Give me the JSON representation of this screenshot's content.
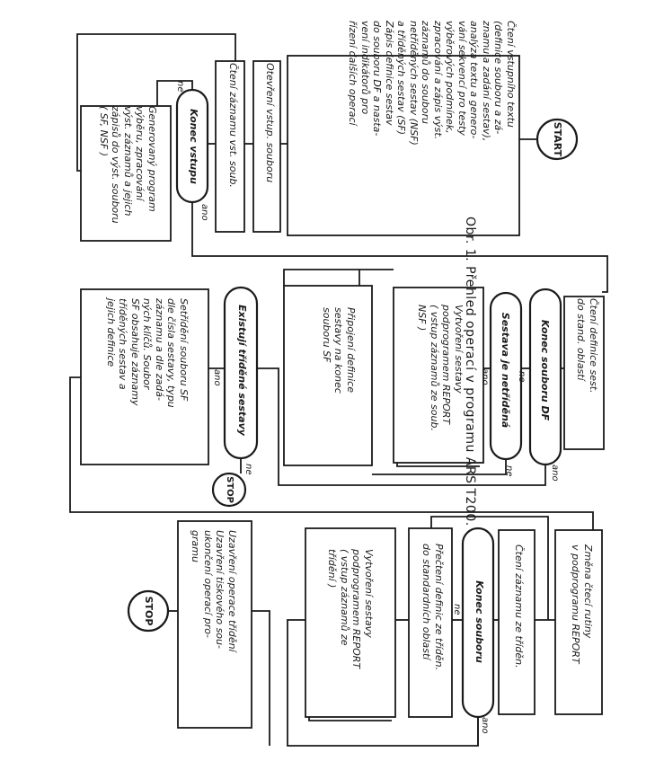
{
  "caption": "Obr. 1. Přehled operací v programu ARS T200.",
  "col1": {
    "start": "START",
    "read_input": "Čtení vstupního textu\n(definice souboru a zá-\nznamu a zadání sestav),\nanalýza textu a genero-\nvání sekvencí pro testy\nvýběrových podmínek,\nzpracování a zápis výst.\nzáznamů do souboru\nnetříděných sestav (NSF)\na tříděných sestav (SF)\nZápis definice sestav\ndo souboru DF a nasta-\nvení indikátorů pro\nřízení dalších operací",
    "open_input": "Otevření vstup. souboru",
    "read_record": "Čtení záznamu vst. soub.",
    "end_input": "Konec vstupu",
    "generated": "Generovaný program\nvýběru, zpracování\nvýst. záznamů a jejich\nzápisů do výst. souboru\n( SF, NSF )",
    "ne": "ne",
    "ano": "ano"
  },
  "col2": {
    "read_def": "Čtení definice sest.\ndo stand. oblastí",
    "end_df": "Konec souboru DF",
    "unsorted": "Sestava je netříděná",
    "report": "Vytvoření sestavy\npodprogramem REPORT\n( vstup záznamů ze soub.\nNSF )",
    "attach": "Připojení definice\nsestavy na konec\nsouboru SF",
    "exist_sorted": "Existují tříděné sestavy",
    "sort": "Setřídění souboru SF\ndle čísla sestavy, typu\nzáznamu a dle zadá-\nných klíčů. Soubor\nSF obsahuje záznamy\ntříděných sestav a\njejich definice",
    "stop": "STOP",
    "ne1": "ne",
    "ano1": "ano",
    "ne2": "ne",
    "ano2": "ano",
    "ne3": "ne",
    "ano3": "ano"
  },
  "col3": {
    "change": "Změna čtecí rutiny\nv podprogramu REPORT",
    "read_sorted": "Čtení záznamu ze tříděn.",
    "end_file": "Konec souboru",
    "read_def": "Přečtení definic ze tříděn.\ndo standardních oblastí",
    "report": "Vytvoření sestavy\npodprogramem REPORT\n( vstup záznamů ze\ntřídění )",
    "close": "Uzavření operace třídění\nUzavření tiskového sou-\nukončení operací pro-\ngramu",
    "stop": "STOP",
    "ne": "ne",
    "ano": "ano"
  }
}
